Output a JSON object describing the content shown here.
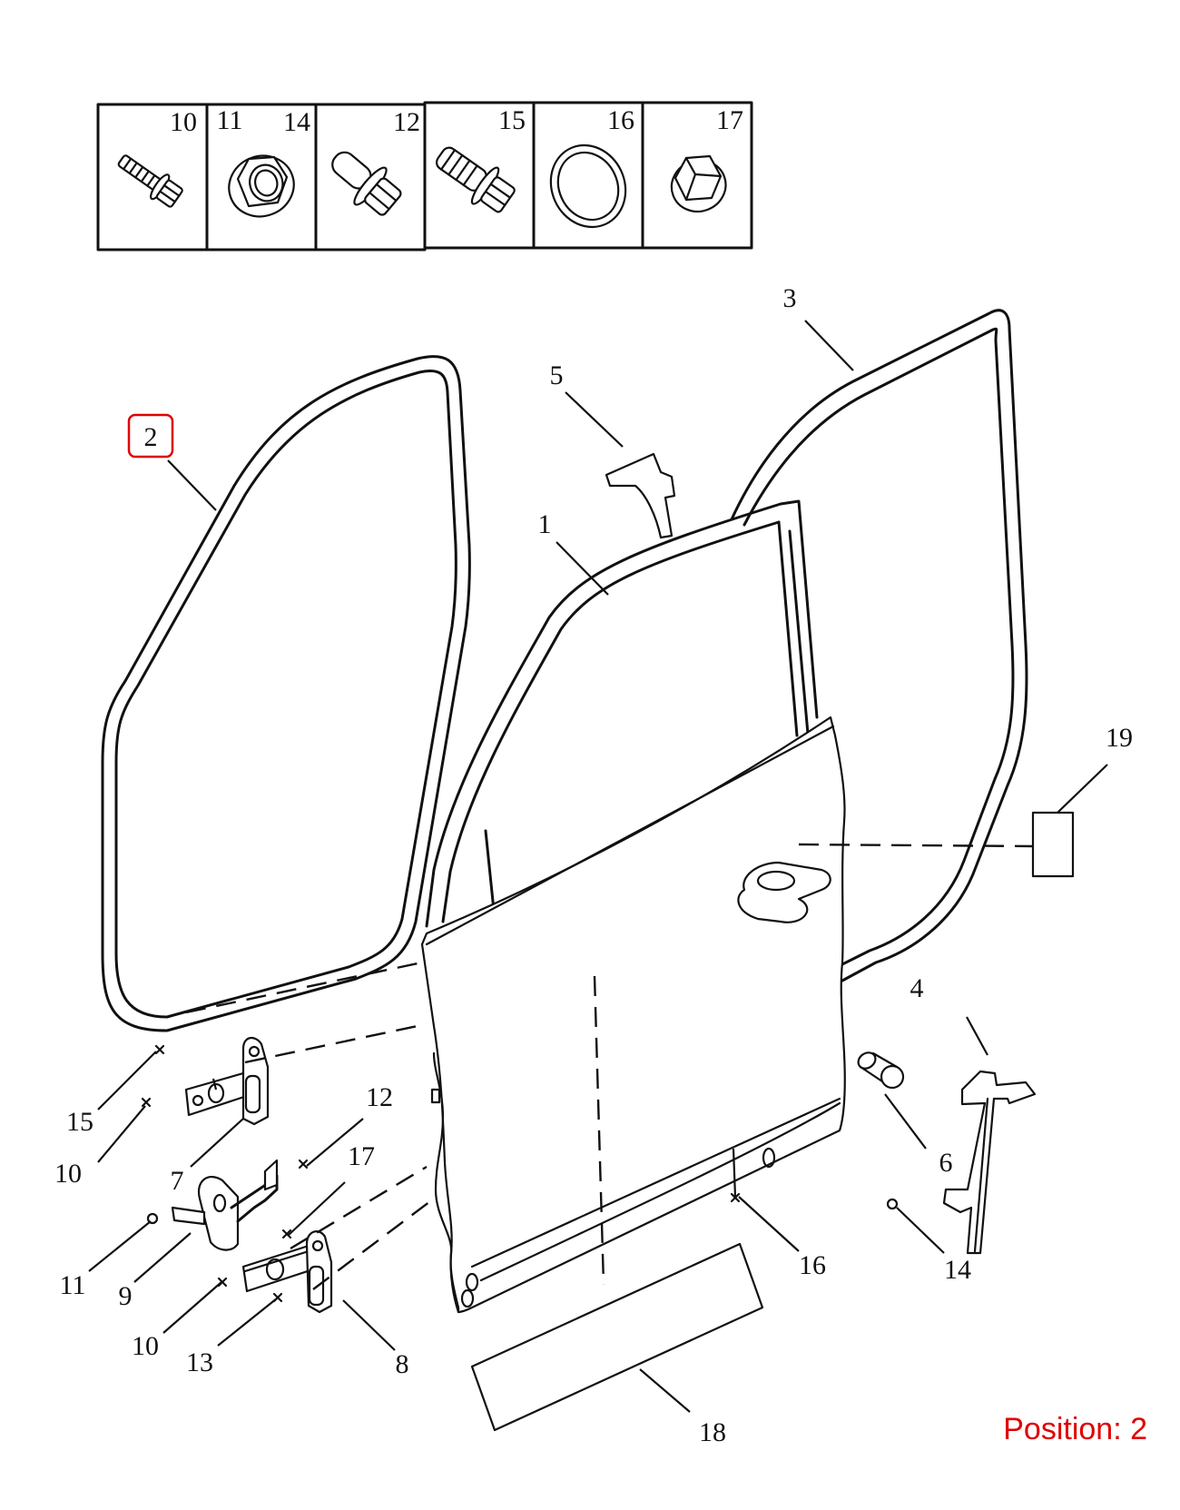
{
  "callouts": {
    "c1": "1",
    "c2": "2",
    "c3": "3",
    "c4": "4",
    "c5": "5",
    "c6": "6",
    "c7": "7",
    "c8": "8",
    "c9": "9",
    "c10a": "10",
    "c10b": "10",
    "c11": "11",
    "c12": "12",
    "c13": "13",
    "c14": "14",
    "c15": "15",
    "c16": "16",
    "c17": "17",
    "c18": "18",
    "c19": "19"
  },
  "fastener_table": {
    "cell1": [
      "10"
    ],
    "cell2": [
      "11",
      "14"
    ],
    "cell3": [
      "12"
    ],
    "cell4": [
      "15"
    ],
    "cell5": [
      "16"
    ],
    "cell6": [
      "17"
    ]
  },
  "highlight": {
    "part": "2",
    "color": "#e00000"
  },
  "position_label": "Position: 2"
}
